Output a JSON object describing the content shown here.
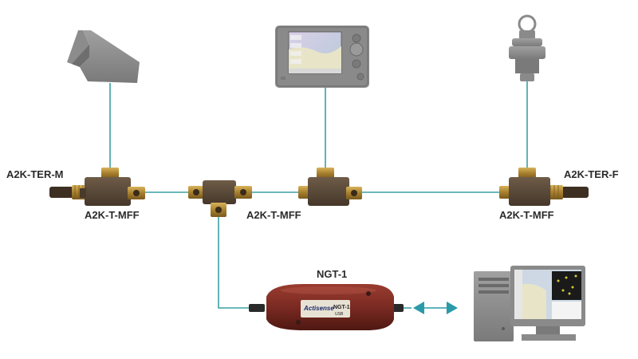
{
  "labels": {
    "ter_m": "A2K-TER-M",
    "ter_f": "A2K-TER-F",
    "tee_1": "A2K-T-MFF",
    "tee_2": "A2K-T-MFF",
    "tee_3": "A2K-T-MFF",
    "ngt": "NGT-1"
  },
  "ngt_device_text": {
    "brand": "Actisense",
    "model": "NGT-1",
    "sub": "USB"
  },
  "colors": {
    "cable": "#3aa0a4",
    "connector_body": "#5a4a3a",
    "connector_nut": "#b08a3a",
    "gray_device": "#8a8a8a",
    "ngt_body": "#7a2a22",
    "arrow": "#2a9aa8"
  }
}
